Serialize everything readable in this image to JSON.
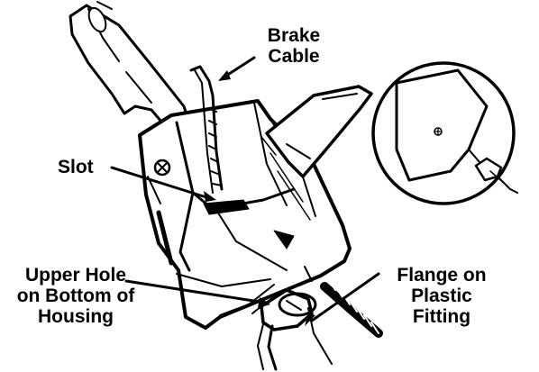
{
  "colors": {
    "ink": "#000000",
    "paper": "#ffffff"
  },
  "labels": {
    "brake_cable": [
      "Brake",
      "Cable"
    ],
    "slot": "Slot",
    "upper_hole": [
      "Upper Hole",
      "on Bottom of",
      "Housing"
    ],
    "flange": [
      "Flange on",
      "Plastic",
      "Fitting"
    ]
  }
}
